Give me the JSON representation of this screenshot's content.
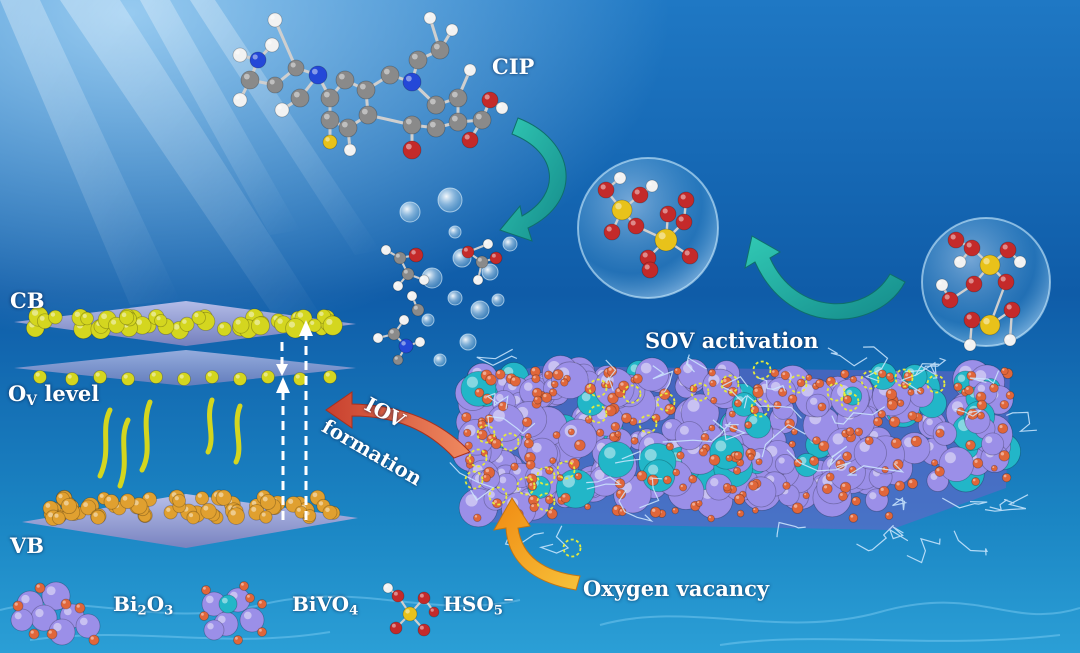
{
  "labels": {
    "cip": "CIP",
    "sov": "SOV activation",
    "cb": "CB",
    "ov_o": "O",
    "ov_sub": "V",
    "ov_rest": " level",
    "vb": "VB",
    "iov": "IOV",
    "formation": "formation",
    "oxygen_vacancy": "Oxygen vacancy"
  },
  "legend": {
    "bi2o3": {
      "a": "Bi",
      "s1": "2",
      "b": "O",
      "s2": "3"
    },
    "bivo4": {
      "a": "BiVO",
      "s1": "4"
    },
    "hso5": {
      "a": "HSO",
      "s1": "5",
      "sup": "−"
    }
  },
  "colors": {
    "water_top": "#1f78c4",
    "water_mid": "#0f5ca8",
    "water_bottom": "#2b9fd6",
    "bi_sphere": "#9b8fe8",
    "o_sphere": "#e0663a",
    "v_sphere": "#22b6c8",
    "s_atom": "#e8c21a",
    "oxygen_red": "#c42a2a",
    "hydrogen": "#f2f2f2",
    "carbon": "#8a8a8a",
    "nitrogen": "#2448d8",
    "electron": "#d4d61f",
    "hole": "#e0a030",
    "band_plate": "#9fa3d6",
    "arrow_teal": "#1fa59a",
    "arrow_red": "#d2553f",
    "arrow_orange": "#f2a51c",
    "vacancy_ring": "#e6ec3a"
  },
  "icons": {
    "cip_molecule": "ciprofloxacin-molecule-icon",
    "pms_cluster_large": "peroxymonosulfate-cluster-icon",
    "pms_cluster_small": "peroxymonosulfate-cluster-icon",
    "bi2o3": "bi2o3-cluster-icon",
    "bivo4": "bivo4-cluster-icon",
    "hso5": "hso5-molecule-icon"
  }
}
